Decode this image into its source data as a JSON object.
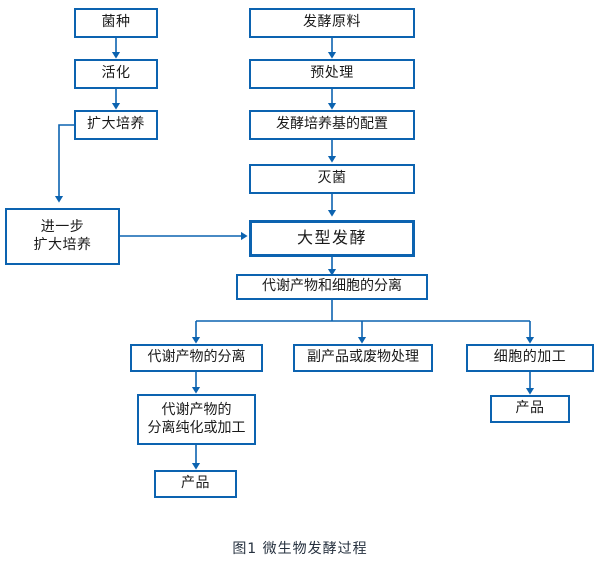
{
  "figure": {
    "caption": "图1 微生物发酵过程",
    "accent_color": "#0c63b0",
    "text_color": "#1a1a1a",
    "background_color": "#ffffff",
    "caption_color": "#26313f"
  },
  "nodes": {
    "strain": "菌种",
    "activation": "活化",
    "expansion": "扩大培养",
    "further_expansion": "进一步\n扩大培养",
    "raw_material": "发酵原料",
    "pretreatment": "预处理",
    "medium_preparation": "发酵培养基的配置",
    "sterilization": "灭菌",
    "large_scale_fermentation": "大型发酵",
    "separation_metabolite_cell": "代谢产物和细胞的分离",
    "metabolite_separation": "代谢产物的分离",
    "byproduct_waste_treatment": "副产品或废物处理",
    "cell_processing": "细胞的加工",
    "metabolite_purification": "代谢产物的\n分离纯化或加工",
    "product_left": "产品",
    "product_right": "产品"
  },
  "edges": [
    {
      "id": "strain-to-activation",
      "from": "strain",
      "to": "activation",
      "kind": "vertical-arrow"
    },
    {
      "id": "activation-to-expansion",
      "from": "activation",
      "to": "expansion",
      "kind": "vertical-arrow"
    },
    {
      "id": "expansion-to-further-expansion",
      "from": "expansion",
      "to": "further_expansion",
      "kind": "elbow-left-down-arrow"
    },
    {
      "id": "further-expansion-to-large-scale-fermentation",
      "from": "further_expansion",
      "to": "large_scale_fermentation",
      "kind": "horizontal-arrow"
    },
    {
      "id": "raw-material-to-pretreatment",
      "from": "raw_material",
      "to": "pretreatment",
      "kind": "vertical-arrow"
    },
    {
      "id": "pretreatment-to-medium-preparation",
      "from": "pretreatment",
      "to": "medium_preparation",
      "kind": "vertical-arrow"
    },
    {
      "id": "medium-preparation-to-sterilization",
      "from": "medium_preparation",
      "to": "sterilization",
      "kind": "vertical-arrow"
    },
    {
      "id": "sterilization-to-large-scale-fermentation",
      "from": "sterilization",
      "to": "large_scale_fermentation",
      "kind": "vertical-arrow"
    },
    {
      "id": "large-scale-fermentation-to-separation",
      "from": "large_scale_fermentation",
      "to": "separation_metabolite_cell",
      "kind": "vertical-arrow"
    },
    {
      "id": "separation-to-three-branches",
      "from": "separation_metabolite_cell",
      "to": "metabolite_separation, byproduct_waste_treatment, cell_processing",
      "kind": "bus-split-three-arrows"
    },
    {
      "id": "metabolite-separation-to-purification",
      "from": "metabolite_separation",
      "to": "metabolite_purification",
      "kind": "vertical-arrow"
    },
    {
      "id": "purification-to-product",
      "from": "metabolite_purification",
      "to": "product_left",
      "kind": "vertical-arrow"
    },
    {
      "id": "cell-processing-to-product",
      "from": "cell_processing",
      "to": "product_right",
      "kind": "vertical-arrow"
    }
  ]
}
